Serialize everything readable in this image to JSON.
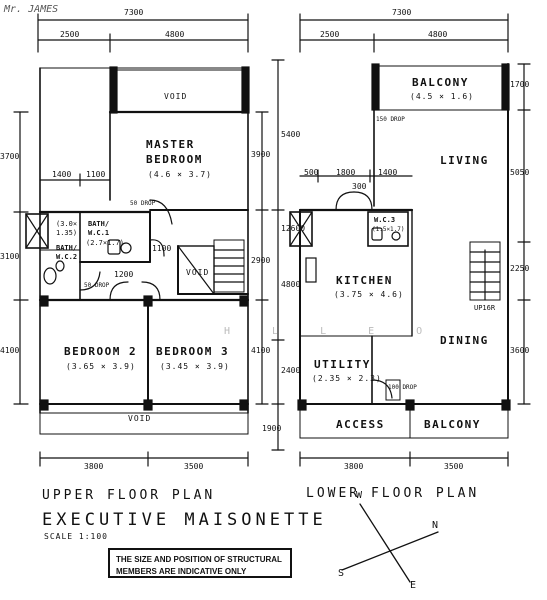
{
  "header": {
    "scribble": "Mr. JAMES"
  },
  "upper": {
    "top_total": "7300",
    "top_left": "2500",
    "top_right": "4800",
    "void_top": "VOID",
    "master_bedroom": {
      "name1": "MASTER",
      "name2": "BEDROOM",
      "size": "(4.6 × 3.7)"
    },
    "bath_wc1": {
      "name1": "BATH/",
      "name2": "W.C.1",
      "size": "(2.7×1.7)"
    },
    "bath_wc2": {
      "name1": "BATH/",
      "name2": "W.C.2",
      "size1": "(3.0×",
      "size2": "1.35)"
    },
    "void_mid": "VOID",
    "bedroom2": {
      "name": "BEDROOM 2",
      "size": "(3.65 × 3.9)"
    },
    "bedroom3": {
      "name": "BEDROOM 3",
      "size": "(3.45 × 3.9)"
    },
    "void_bottom": "VOID",
    "dim_1400": "1400",
    "dim_1100a": "1100",
    "dim_1100b": "1100",
    "dim_1200": "1200",
    "drop1": "50 DROP",
    "drop2": "50 DROP",
    "left_3700": "3700",
    "left_3100": "3100",
    "left_4100": "4100",
    "right_3900": "3900",
    "right_2900": "2900",
    "right_4100": "4100",
    "bottom_left": "3800",
    "bottom_right": "3500",
    "label": "UPPER FLOOR PLAN"
  },
  "middle_dims": {
    "d5400": "5400",
    "d12600": "12600",
    "d4800": "4800",
    "d2400": "2400",
    "d1900": "1900"
  },
  "lower": {
    "top_total": "7300",
    "top_left": "2500",
    "top_right": "4800",
    "balcony": {
      "name": "BALCONY",
      "size": "(4.5 × 1.6)"
    },
    "living": "LIVING",
    "wc3": {
      "name": "W.C.3",
      "size": "(1.5×1.7)"
    },
    "kitchen": {
      "name": "KITCHEN",
      "size": "(3.75 × 4.6)"
    },
    "dining": "DINING",
    "utility": {
      "name": "UTILITY",
      "size": "(2.35 × 2.3)"
    },
    "access_balcony": {
      "left": "ACCESS",
      "right": "BALCONY"
    },
    "up": "UP16R",
    "drop_top": "150 DROP",
    "drop_util": "100 DROP",
    "d500": "500",
    "d1800": "1800",
    "d1400": "1400",
    "d300": "300",
    "right_1700": "1700",
    "right_5050": "5050",
    "right_2250": "2250",
    "right_3600": "3600",
    "bottom_left": "3800",
    "bottom_right": "3500",
    "label": "LOWER FLOOR PLAN"
  },
  "watermark": "H L L E O",
  "title": "EXECUTIVE MAISONETTE",
  "scale": "SCALE 1:100",
  "note_line1": "THE SIZE AND POSITION OF STRUCTURAL",
  "note_line2": "MEMBERS ARE INDICATIVE ONLY",
  "compass": {
    "n": "N",
    "s": "S",
    "e": "E",
    "w": "W"
  }
}
